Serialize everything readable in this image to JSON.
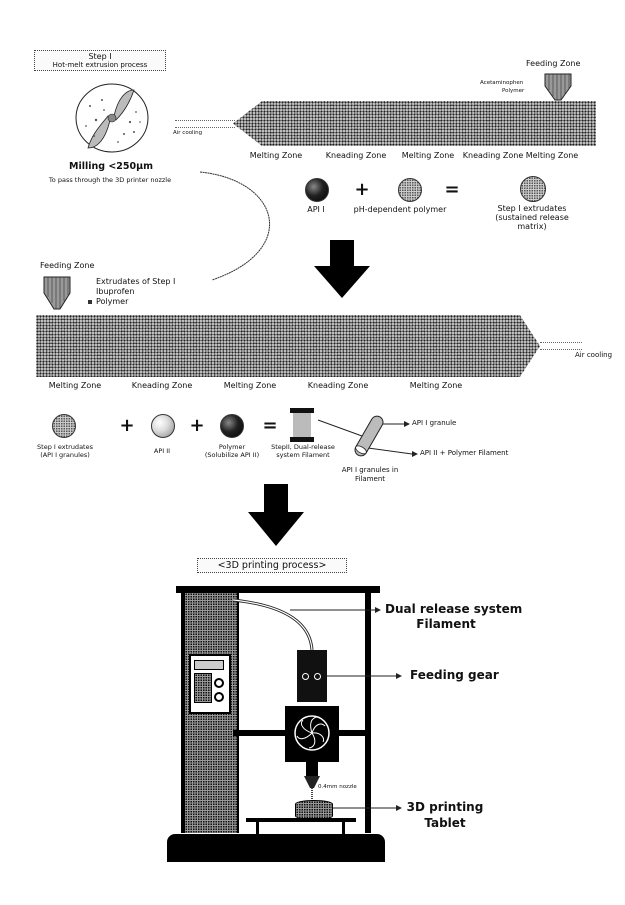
{
  "step1": {
    "title_line1": "Step I",
    "title_line2": "Hot-melt extrusion process",
    "milling_label": "Milling <250μm",
    "milling_note": "To pass through the 3D printer nozzle",
    "feeding_zone": "Feeding Zone",
    "feed_items": [
      "Acetaminophen",
      "Polymer"
    ],
    "air_cooling": "Air cooling",
    "zones": [
      "Melting Zone",
      "Kneading Zone",
      "Melting Zone",
      "Kneading Zone",
      "Melting Zone"
    ],
    "equation": {
      "items": [
        "API I",
        "pH-dependent polymer",
        "Step I extrudates (sustained release matrix)"
      ],
      "operators": [
        "+",
        "="
      ]
    }
  },
  "step2": {
    "feeding_zone": "Feeding Zone",
    "feed_items": [
      "Extrudates of Step I",
      "Ibuprofen",
      "Polymer"
    ],
    "air_cooling": "Air cooling",
    "zones": [
      "Melting Zone",
      "Kneading Zone",
      "Melting Zone",
      "Kneading Zone",
      "Melting Zone"
    ],
    "equation": {
      "items": [
        {
          "line1": "Step I extrudates",
          "line2": "(API I granules)"
        },
        {
          "line1": "API II",
          "line2": ""
        },
        {
          "line1": "Polymer",
          "line2": "(Solubilize API II)"
        },
        {
          "line1": "StepII, Dual-release",
          "line2": "system Filament"
        }
      ],
      "operators": [
        "+",
        "+",
        "="
      ]
    },
    "filament_callouts": [
      "API I granule",
      "API II + Polymer Filament"
    ],
    "filament_caption_line1": "API I granules in",
    "filament_caption_line2": "Filament"
  },
  "printing": {
    "title": "<3D printing process>",
    "callouts": [
      {
        "line1": "Dual release system",
        "line2": "Filament"
      },
      {
        "line1": "Feeding gear",
        "line2": ""
      },
      {
        "line1": "3D printing",
        "line2": "Tablet"
      }
    ],
    "nozzle_label": "0.4mm nozzle"
  }
}
